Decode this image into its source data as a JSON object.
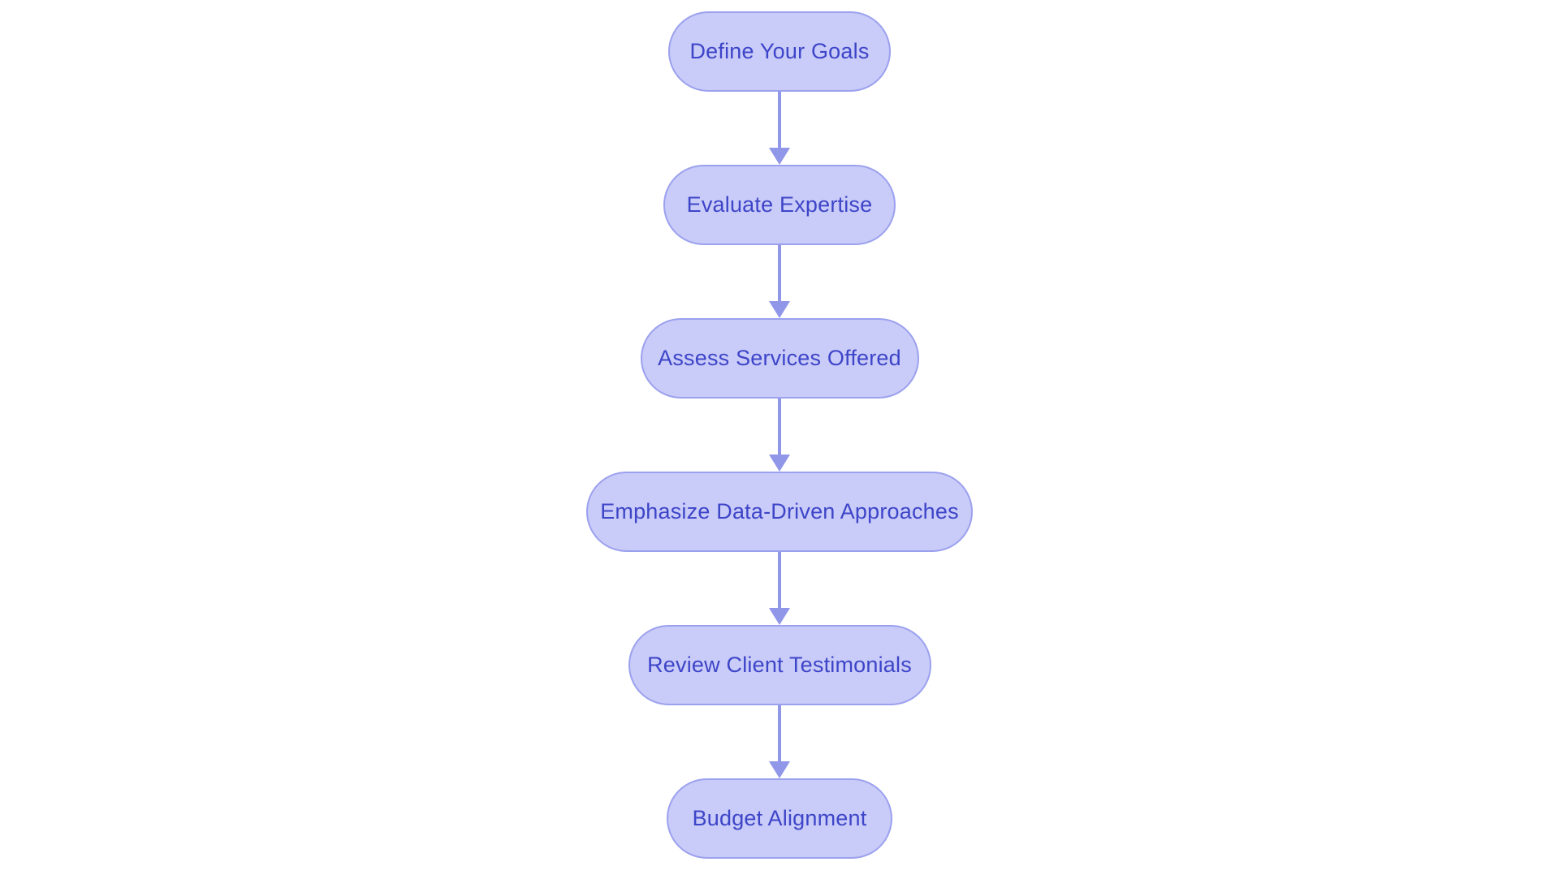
{
  "diagram": {
    "type": "flowchart",
    "direction": "top-down",
    "colors": {
      "bg": "#ffffff",
      "node_fill": "#c9cbf8",
      "node_border": "#9ba1ee",
      "text_color": "#3d45c8",
      "arrow_color": "#9096e8"
    },
    "nodes": [
      {
        "id": "define-your-goals",
        "label": "Define Your Goals"
      },
      {
        "id": "evaluate-expertise",
        "label": "Evaluate Expertise"
      },
      {
        "id": "assess-services-offered",
        "label": "Assess Services Offered"
      },
      {
        "id": "emphasize-data-driven-approaches",
        "label": "Emphasize Data-Driven Approaches"
      },
      {
        "id": "review-client-testimonials",
        "label": "Review Client Testimonials"
      },
      {
        "id": "budget-alignment",
        "label": "Budget Alignment"
      }
    ],
    "edges": [
      {
        "from": "Define Your Goals",
        "to": "Evaluate Expertise"
      },
      {
        "from": "Evaluate Expertise",
        "to": "Assess Services Offered"
      },
      {
        "from": "Assess Services Offered",
        "to": "Emphasize Data-Driven Approaches"
      },
      {
        "from": "Emphasize Data-Driven Approaches",
        "to": "Review Client Testimonials"
      },
      {
        "from": "Review Client Testimonials",
        "to": "Budget Alignment"
      }
    ]
  }
}
